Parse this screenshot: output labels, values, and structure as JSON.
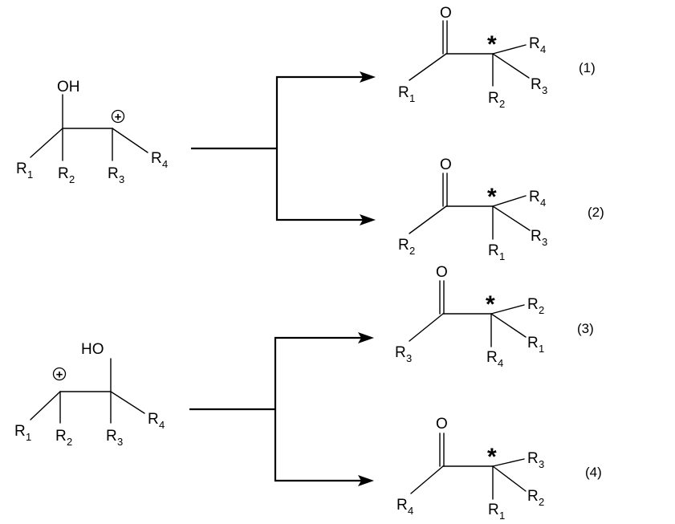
{
  "labels": {
    "O": "O",
    "OH": "OH",
    "HO": "HO",
    "R": "R",
    "s1": "1",
    "s2": "2",
    "s3": "3",
    "s4": "4",
    "plus": "+",
    "star": "*",
    "n1": "(1)",
    "n2": "(2)",
    "n3": "(3)",
    "n4": "(4)"
  }
}
